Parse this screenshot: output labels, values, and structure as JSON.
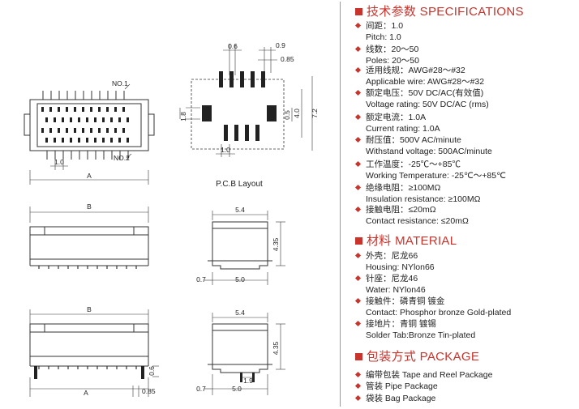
{
  "pcb_layout_label": "P.C.B Layout",
  "dims": {
    "top_A": "A",
    "top_1_0": "1.0",
    "no1": "NO.1",
    "no2": "NO.2",
    "pcb_0_6": "0.6",
    "pcb_0_9": "0.9",
    "pcb_0_85": "0.85",
    "pcb_1_8": "1.8",
    "pcb_0_5": "0.5",
    "pcb_4_0": "4.0",
    "pcb_7_2": "7.2",
    "pcb_1_0": "1.0",
    "mid_B": "B",
    "side_5_4": "5.4",
    "side_4_35": "4.35",
    "side_0_7": "0.7",
    "side_5_0": "5.0",
    "bot_B": "B",
    "bot_A": "A",
    "bot_0_6": "0.6",
    "bot_0_85": "0.85",
    "bot_side_5_4": "5.4",
    "bot_side_4_35": "4.35",
    "bot_side_0_7": "0.7",
    "bot_side_5_0": "5.0",
    "bot_side_1_9": "1.9"
  },
  "specs": {
    "title_cn": "技术参数",
    "title_en": "SPECIFICATIONS",
    "items": [
      {
        "cn": "间距：1.0",
        "en": "Pitch:  1.0"
      },
      {
        "cn": "线数：20～50",
        "en": "Poles: 20～50"
      },
      {
        "cn": "适用线规：AWG#28～#32",
        "en": "Applicable wire: AWG#28～#32"
      },
      {
        "cn": "额定电压：50V DC/AC(有效值)",
        "en": "Voltage rating: 50V DC/AC (rms)"
      },
      {
        "cn": "额定电流：1.0A",
        "en": "Current rating: 1.0A"
      },
      {
        "cn": "耐压值：500V AC/minute",
        "en": "Withstand voltage: 500AC/minute"
      },
      {
        "cn": "工作温度：-25℃～+85℃",
        "en": "Working Temperature: -25℃～+85℃"
      },
      {
        "cn": "绝缘电阻：≥100MΩ",
        "en": "Insulation resistance: ≥100MΩ"
      },
      {
        "cn": "接触电阻：≤20mΩ",
        "en": "Contact resistance: ≤20mΩ"
      }
    ]
  },
  "material": {
    "title_cn": "材料",
    "title_en": "MATERIAL",
    "items": [
      {
        "cn": "外壳：尼龙66",
        "en": "Housing:  NYlon66"
      },
      {
        "cn": "针座：尼龙46",
        "en": "Water:  NYlon46"
      },
      {
        "cn": "接触件：磷青铜 镀金",
        "en": "Contact:  Phosphor bronze Gold-plated"
      },
      {
        "cn": "接地片：青铜 镀锡",
        "en": "Solder Tab:Bronze Tin-plated"
      }
    ]
  },
  "package": {
    "title_cn": "包装方式",
    "title_en": "PACKAGE",
    "items": [
      {
        "cn": "编带包装  Tape and Reel Package"
      },
      {
        "cn": "管装  Pipe Package"
      },
      {
        "cn": "袋装  Bag Package"
      }
    ]
  }
}
